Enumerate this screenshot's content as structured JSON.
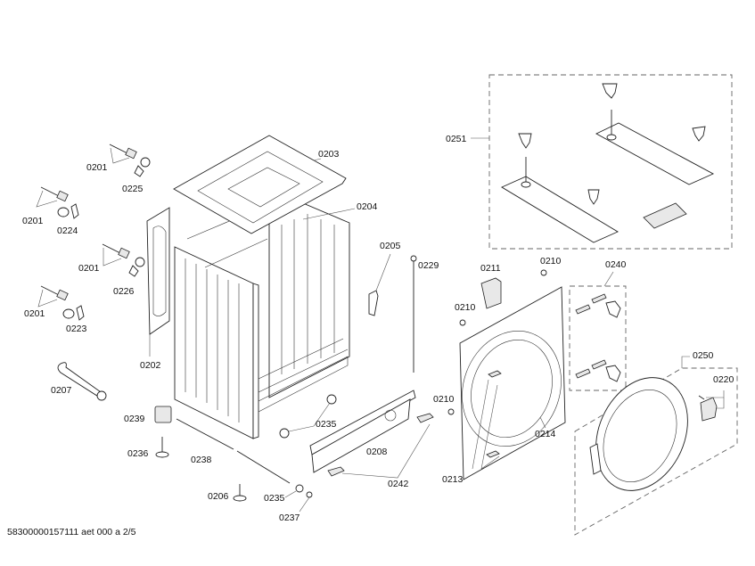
{
  "diagram": {
    "title": "Exploded parts view - washing machine cabinet",
    "footer_code": "58300000157111 aet 000 a 2/5",
    "parts": {
      "p0201a": "0201",
      "p0201b": "0201",
      "p0201c": "0201",
      "p0201d": "0201",
      "p0225": "0225",
      "p0224": "0224",
      "p0226": "0226",
      "p0223": "0223",
      "p0203": "0203",
      "p0204": "0204",
      "p0205": "0205",
      "p0229": "0229",
      "p0202": "0202",
      "p0207": "0207",
      "p0239": "0239",
      "p0235a": "0235",
      "p0235b": "0235",
      "p0236": "0236",
      "p0238": "0238",
      "p0208": "0208",
      "p0242": "0242",
      "p0206": "0206",
      "p0237": "0237",
      "p0251": "0251",
      "p0211": "0211",
      "p0210a": "0210",
      "p0210b": "0210",
      "p0210c": "0210",
      "p0240": "0240",
      "p0214": "0214",
      "p0213": "0213",
      "p0250": "0250",
      "p0220": "0220"
    }
  }
}
